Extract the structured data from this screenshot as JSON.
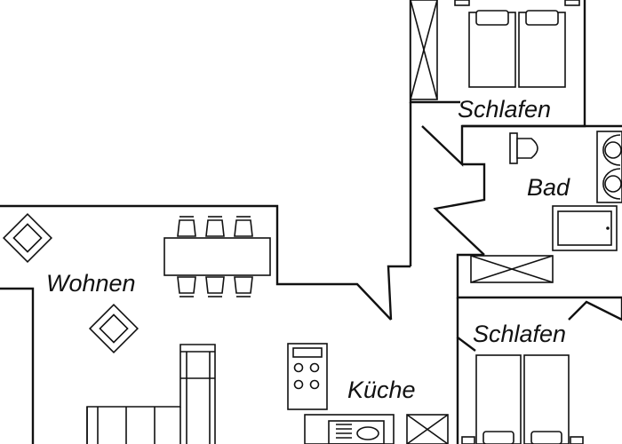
{
  "rooms": {
    "schlafen_top": "Schlafen",
    "bad": "Bad",
    "wohnen": "Wohnen",
    "kueche": "Küche",
    "schlafen_bottom": "Schlafen"
  }
}
